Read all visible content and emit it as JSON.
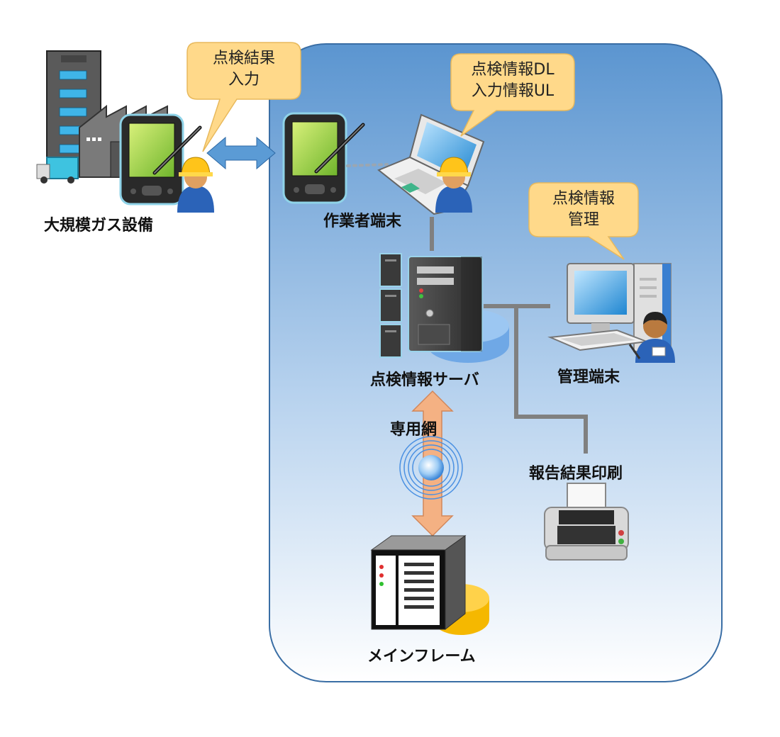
{
  "labels": {
    "gas_facility": "大規模ガス設備",
    "worker_terminal": "作業者端末",
    "server": "点検情報サーバ",
    "admin_terminal": "管理端末",
    "dedicated_network": "専用網",
    "report_print": "報告結果印刷",
    "mainframe": "メインフレーム"
  },
  "bubbles": {
    "input_line1": "点検結果",
    "input_line2": "入力",
    "dlul_line1": "点検情報DL",
    "dlul_line2": "入力情報UL",
    "manage_line1": "点検情報",
    "manage_line2": "管理"
  },
  "colors": {
    "panel_top": "#5b95d0",
    "panel_bottom": "#ffffff",
    "panel_border": "#3a6ea5",
    "bubble_fill": "#ffd98a",
    "link_arrow": "#5b9bd5",
    "network_arrow": "#f4b183"
  }
}
